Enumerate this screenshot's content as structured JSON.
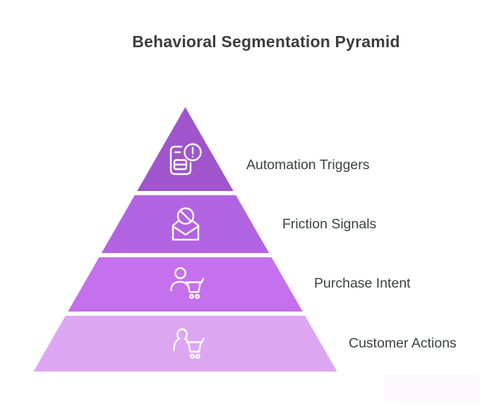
{
  "title": "Behavioral Segmentation Pyramid",
  "colors": {
    "background": "#ffffff",
    "title_text": "#3d3d3d",
    "label_text": "#3c4043",
    "icon_stroke": "#ffffff",
    "level_gap": "#ffffff"
  },
  "pyramid": {
    "type": "pyramid",
    "levels": [
      {
        "rank": 1,
        "label": "Automation Triggers",
        "icon": "billing-alert-icon",
        "color": "#a055cc"
      },
      {
        "rank": 2,
        "label": "Friction Signals",
        "icon": "blocked-email-icon",
        "color": "#b263e2"
      },
      {
        "rank": 3,
        "label": "Purchase Intent",
        "icon": "person-cart-icon",
        "color": "#c570ec"
      },
      {
        "rank": 4,
        "label": "Customer Actions",
        "icon": "customer-silhouette-cart-icon",
        "color": "#dda6f2"
      }
    ]
  }
}
